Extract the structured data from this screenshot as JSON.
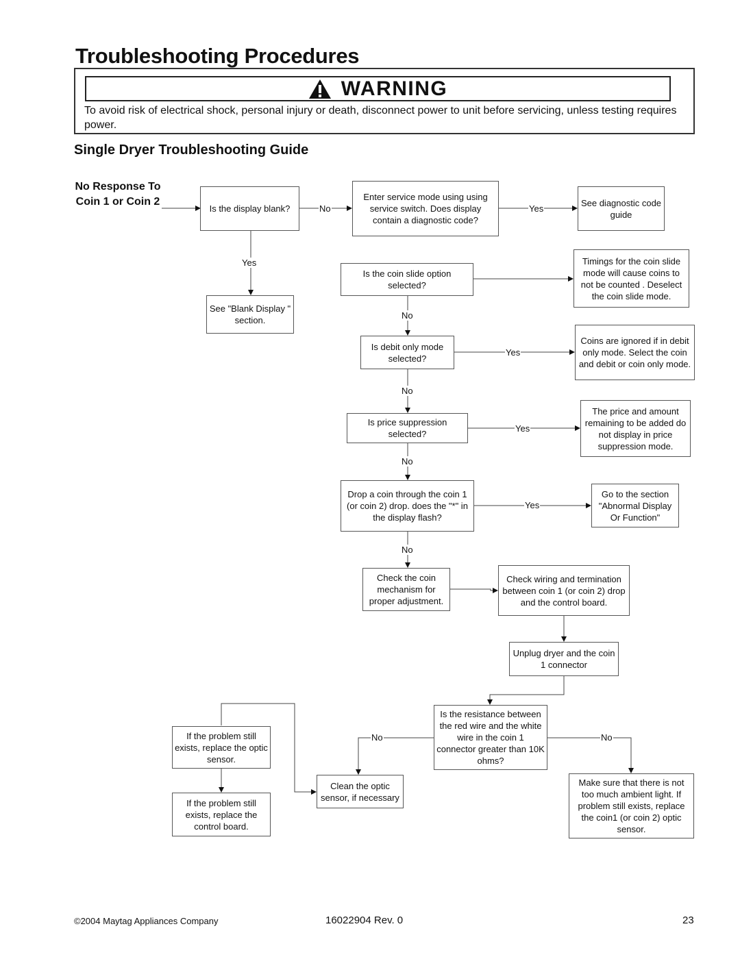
{
  "page": {
    "title": "Troubleshooting  Procedures",
    "warning": {
      "label": "WARNING",
      "text": "To avoid risk of electrical shock, personal injury or death, disconnect power to unit before servicing, unless testing requires power."
    },
    "guide_title": "Single Dryer Troubleshooting Guide",
    "start_label": "No Response To Coin 1 or Coin 2"
  },
  "flow": {
    "display_blank": "Is the display blank?",
    "service_mode": "Enter service mode using using service switch.  Does display contain a diagnostic code?",
    "see_diagnostic": "See diagnostic code guide",
    "see_blank": "See \"Blank Display \" section.",
    "coin_slide_q": "Is the coin slide option selected?",
    "coin_slide_note": "Timings for the coin slide mode will cause coins to not be counted . Deselect the coin slide mode.",
    "debit_q": "Is debit only mode selected?",
    "debit_note": "Coins are ignored if in debit only mode.  Select the coin and debit or coin only mode.",
    "price_q": "Is price suppression selected?",
    "price_note": "The price and amount remaining to be added do not display in price suppression mode.",
    "drop_q": "Drop a coin through the coin 1 (or coin 2) drop.  does the \"*\" in the display flash?",
    "abnormal_note": "Go to the section \"Abnormal Display Or Function\"",
    "check_mech": "Check the coin mechanism for proper adjustment.",
    "check_wiring": "Check wiring and termination between coin 1 (or coin 2) drop and the control board.",
    "unplug": "Unplug dryer and the coin 1 connector",
    "resistance_q": "Is the resistance between the red wire and the white wire in the coin 1 connector greater than 10K ohms?",
    "clean_optic": "Clean the optic sensor,  if necessary",
    "replace_optic": "If the problem still exists, replace the optic sensor.",
    "replace_board": "If the problem still exists, replace the control board.",
    "ambient_light": "Make sure that there is not too much ambient light.  If problem still exists, replace the coin1 (or coin 2) optic sensor."
  },
  "labels": {
    "yes": "Yes",
    "no": "No"
  },
  "footer": {
    "copyright": "©2004 Maytag Appliances Company",
    "doc_number": "16022904 Rev. 0",
    "page_number": "23"
  }
}
